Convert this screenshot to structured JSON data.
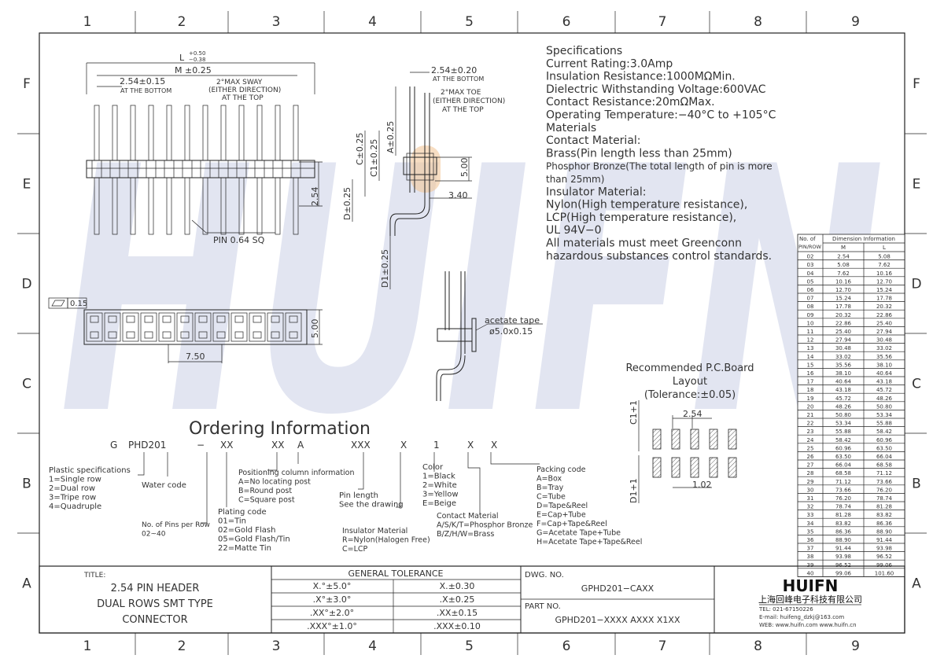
{
  "grid": {
    "columns": [
      "1",
      "2",
      "3",
      "4",
      "5",
      "6",
      "7",
      "8",
      "9"
    ],
    "rows": [
      "F",
      "E",
      "D",
      "C",
      "B",
      "A"
    ]
  },
  "watermark": "HUIFN",
  "specifications": [
    "Specifications",
    "Current Rating:3.0Amp",
    "Insulation  Resistance:1000MΩMin.",
    "Dielectric  Withstanding Voltage:600VAC",
    "Contact  Resistance:20mΩMax.",
    "Operating  Temperature:−40°C  to  +105°C",
    "Materials",
    "Contact Material:",
    "Brass(Pin length less than 25mm)",
    "Phosphor Bronze(The total length of pin is more",
    "than 25mm)",
    "Insulator Material:",
    "Nylon(High  temperature resistance),",
    "LCP(High  temperature resistance),",
    "UL  94V−0",
    "All materials must meet Greenconn",
    "hazardous substances control standards."
  ],
  "dimension_table": {
    "header_left": [
      "No. of",
      "PIN/ROW"
    ],
    "header_right": "Dimension Information",
    "col_m": "M",
    "col_l": "L",
    "rows": [
      [
        "02",
        "2.54",
        "5.08"
      ],
      [
        "03",
        "5.08",
        "7.62"
      ],
      [
        "04",
        "7.62",
        "10.16"
      ],
      [
        "05",
        "10.16",
        "12.70"
      ],
      [
        "06",
        "12.70",
        "15.24"
      ],
      [
        "07",
        "15.24",
        "17.78"
      ],
      [
        "08",
        "17.78",
        "20.32"
      ],
      [
        "09",
        "20.32",
        "22.86"
      ],
      [
        "10",
        "22.86",
        "25.40"
      ],
      [
        "11",
        "25.40",
        "27.94"
      ],
      [
        "12",
        "27.94",
        "30.48"
      ],
      [
        "13",
        "30.48",
        "33.02"
      ],
      [
        "14",
        "33.02",
        "35.56"
      ],
      [
        "15",
        "35.56",
        "38.10"
      ],
      [
        "16",
        "38.10",
        "40.64"
      ],
      [
        "17",
        "40.64",
        "43.18"
      ],
      [
        "18",
        "43.18",
        "45.72"
      ],
      [
        "19",
        "45.72",
        "48.26"
      ],
      [
        "20",
        "48.26",
        "50.80"
      ],
      [
        "21",
        "50.80",
        "53.34"
      ],
      [
        "22",
        "53.34",
        "55.88"
      ],
      [
        "23",
        "55.88",
        "58.42"
      ],
      [
        "24",
        "58.42",
        "60.96"
      ],
      [
        "25",
        "60.96",
        "63.50"
      ],
      [
        "26",
        "63.50",
        "66.04"
      ],
      [
        "27",
        "66.04",
        "68.58"
      ],
      [
        "28",
        "68.58",
        "71.12"
      ],
      [
        "29",
        "71.12",
        "73.66"
      ],
      [
        "30",
        "73.66",
        "76.20"
      ],
      [
        "31",
        "76.20",
        "78.74"
      ],
      [
        "32",
        "78.74",
        "81.28"
      ],
      [
        "33",
        "81.28",
        "83.82"
      ],
      [
        "34",
        "83.82",
        "86.36"
      ],
      [
        "35",
        "86.36",
        "88.90"
      ],
      [
        "36",
        "88.90",
        "91.44"
      ],
      [
        "37",
        "91.44",
        "93.98"
      ],
      [
        "38",
        "93.98",
        "96.52"
      ],
      [
        "39",
        "96.52",
        "99.06"
      ],
      [
        "40",
        "99.06",
        "101.60"
      ]
    ]
  },
  "front_view": {
    "l_dim": "L",
    "l_tol_plus": "+0.50",
    "l_tol_minus": "−0.38",
    "m_dim": "M ±0.25",
    "pitch": "2.54±0.15",
    "pitch_note": "AT THE BOTTOM",
    "sway": [
      "2°MAX SWAY",
      "(EITHER DIRECTION)",
      "AT THE TOP"
    ],
    "height": "2.54",
    "pin": "PIN 0.64 SQ"
  },
  "side_view": {
    "pitch": "2.54±0.20",
    "pitch_note": "AT THE BOTTOM",
    "toe": [
      "2°MAX TOE",
      "(EITHER DIRECTION)",
      "AT THE TOP"
    ],
    "a": "A±0.25",
    "c": "C±0.25",
    "c1": "C1±0.25",
    "d": "D±0.25",
    "d1": "D1±0.25",
    "h": "5.00",
    "w": "3.40"
  },
  "bottom_view": {
    "flatness": "0.15",
    "height": "5.00",
    "width": "7.50"
  },
  "tape": {
    "label": "acetate tape",
    "size": "ø5.0x0.15"
  },
  "pcb": {
    "title": [
      "Recommended P.C.Board",
      "Layout",
      "(Tolerance:±0.05)"
    ],
    "pitch": "2.54",
    "pad": "1.02",
    "c1": "C1+1",
    "d1": "D1+1"
  },
  "ordering": {
    "title": "Ordering  Information",
    "code": [
      "G",
      "PHD201",
      "−",
      "XX",
      "XX",
      "A",
      "XXX",
      "X",
      "1",
      "X",
      "X"
    ],
    "plastic": [
      "Plastic specifications",
      "1=Single row",
      "2=Dual row",
      "3=Tripe row",
      "4=Quadruple"
    ],
    "water": "Water code",
    "pins": [
      "No. of Pins per Row",
      "02~40"
    ],
    "plating": [
      "Plating code",
      "01=Tin",
      "02=Gold Flash",
      "05=Gold Flash/Tin",
      "22=Matte Tin"
    ],
    "positioning": [
      "Positioning column information",
      "A=No locating post",
      "B=Round post",
      "C=Square post"
    ],
    "pin_length": [
      "Pin length",
      "See the drawing"
    ],
    "insulator": [
      "Insulator Material",
      "R=Nylon(Halogen Free)",
      "C=LCP"
    ],
    "color": [
      "Color",
      "1=Black",
      "2=White",
      "3=Yellow",
      "E=Beige"
    ],
    "contact": [
      "Contact Material",
      "A/S/K/T=Phosphor Bronze",
      "B/Z/H/W=Brass"
    ],
    "packing": [
      "Packing code",
      "A=Box",
      "B=Tray",
      "C=Tube",
      "D=Tape&Reel",
      "E=Cap+Tube",
      "F=Cap+Tape&Reel",
      "G=Acetate Tape+Tube",
      "H=Acetate Tape+Tape&Reel"
    ]
  },
  "title_block": {
    "title_label": "TITLE:",
    "title_lines": [
      "2.54 PIN HEADER",
      "DUAL ROWS SMT TYPE",
      "CONNECTOR"
    ],
    "tol_header": "GENERAL TOLERANCE",
    "tol_rows": [
      [
        "X.°±5.0°",
        "X.±0.30"
      ],
      [
        ".X°±3.0°",
        ".X±0.25"
      ],
      [
        ".XX°±2.0°",
        ".XX±0.15"
      ],
      [
        ".XXX°±1.0°",
        ".XXX±0.10"
      ]
    ],
    "dwg_label": "DWG. NO.",
    "dwg_value": "GPHD201−CAXX",
    "part_label": "PART NO.",
    "part_value": "GPHD201−XXXX AXXX X1XX",
    "logo": "HUIFN",
    "company": "上海回峰电子科技有限公司",
    "tel": "TEL: 021-67150226",
    "email": "E-mail: huifeng_dzkj@163.com",
    "web": "WEB: www.huifn.com  www.huifn.cn"
  }
}
